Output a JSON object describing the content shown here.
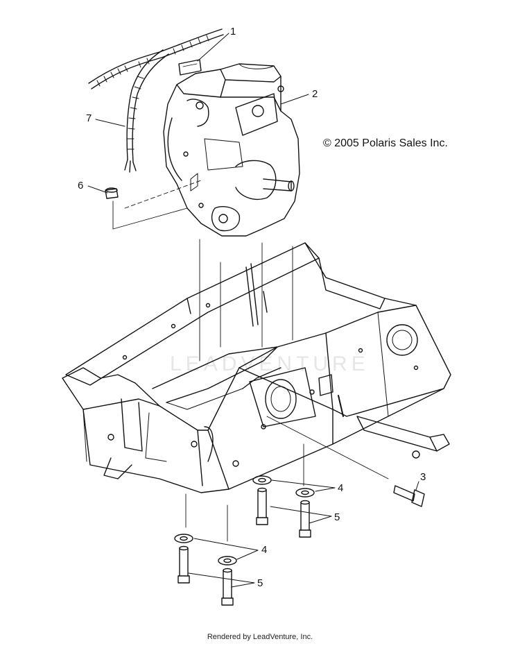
{
  "callouts": [
    {
      "id": "1",
      "text": "1"
    },
    {
      "id": "2",
      "text": "2"
    },
    {
      "id": "3",
      "text": "3"
    },
    {
      "id": "4a",
      "text": "4"
    },
    {
      "id": "5a",
      "text": "5"
    },
    {
      "id": "4b",
      "text": "4"
    },
    {
      "id": "5b",
      "text": "5"
    },
    {
      "id": "6",
      "text": "6"
    },
    {
      "id": "7",
      "text": "7"
    }
  ],
  "copyright": "© 2005 Polaris Sales Inc.",
  "watermark": "LEADVENTURE",
  "footer": "Rendered by LeadVenture, Inc."
}
